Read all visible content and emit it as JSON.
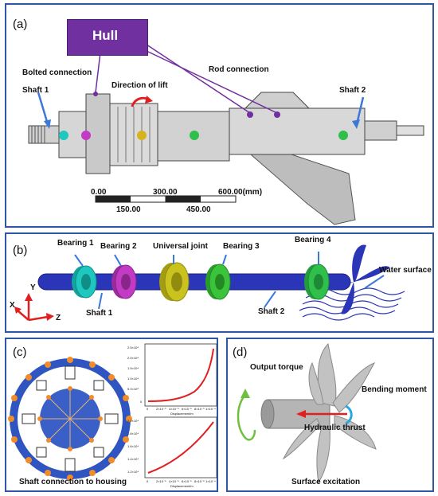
{
  "panel_a": {
    "tag": "(a)",
    "hull": "Hull",
    "bolted": "Bolted connection",
    "shaft1": "Shaft 1",
    "lift": "Direction of lift",
    "rod": "Rod connection",
    "shaft2": "Shaft 2",
    "scale": [
      "0.00",
      "150.00",
      "300.00",
      "450.00",
      "600.00(mm)"
    ]
  },
  "panel_b": {
    "tag": "(b)",
    "bearing1": "Bearing 1",
    "bearing2": "Bearing 2",
    "ujoint": "Universal joint",
    "bearing3": "Bearing 3",
    "bearing4": "Bearing 4",
    "water": "Water surface",
    "shaft1": "Shaft 1",
    "shaft2": "Shaft 2",
    "axis_y": "Y",
    "axis_x": "X",
    "axis_z": "Z"
  },
  "panel_c": {
    "tag": "(c)",
    "caption": "Shaft connection to housing",
    "plot_xlabel": "Displacement/m",
    "plot1_yticks": [
      "2.5×10⁴",
      "2.0×10⁴",
      "1.5×10⁴",
      "1.0×10⁴",
      "5.0×10³",
      "0"
    ],
    "plot2_yticks": [
      "2.0×10⁴",
      "1.8×10⁴",
      "1.6×10⁴",
      "1.4×10⁴",
      "1.2×10⁴"
    ],
    "plot_xticks": [
      "0",
      "2×10⁻⁵",
      "4×10⁻⁵",
      "6×10⁻⁵",
      "8×10⁻⁵",
      "1×10⁻⁴"
    ]
  },
  "panel_d": {
    "tag": "(d)",
    "torque": "Output torque",
    "bending": "Bending moment",
    "thrust": "Hydraulic thrust",
    "excitation": "Surface excitation"
  },
  "colors": {
    "frame": "#2f55a6",
    "hull_box": "#7030a0",
    "shaft": "#2b35b8",
    "bearing1": "#1fc7bf",
    "bearing2": "#c23bc4",
    "ujoint": "#c9c21f",
    "bearing3": "#3cc33c",
    "bearing4": "#2fbf4a",
    "arrow_red": "#e02020",
    "arrow_blue": "#3b78d8"
  }
}
